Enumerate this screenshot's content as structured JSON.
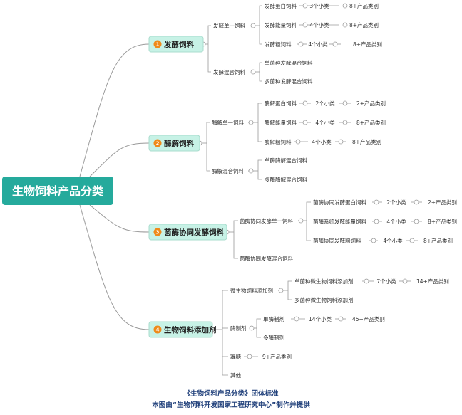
{
  "root": {
    "label": "生物饲料产品分类"
  },
  "branches": [
    {
      "number": "1",
      "label": "发酵饲料",
      "children": [
        {
          "label": "发酵单一饲料",
          "children": [
            {
              "label": "发酵蛋白饲料",
              "count": "3个小类",
              "types": "8+产品类别"
            },
            {
              "label": "发酵能量饲料",
              "count": "4个小类",
              "types": "8+产品类别"
            },
            {
              "label": "发酵粗饲料",
              "count": "4个小类",
              "types": "8+产品类别"
            }
          ]
        },
        {
          "label": "发酵混合饲料",
          "children": [
            {
              "label": "单菌种发酵混合饲料"
            },
            {
              "label": "多菌种发酵混合饲料"
            }
          ]
        }
      ]
    },
    {
      "number": "2",
      "label": "酶解饲料",
      "children": [
        {
          "label": "酶解单一饲料",
          "children": [
            {
              "label": "酶解蛋白饲料",
              "count": "2个小类",
              "types": "2+产品类别"
            },
            {
              "label": "酶解能量饲料",
              "count": "4个小类",
              "types": "8+产品类别"
            },
            {
              "label": "酶解粗饲料",
              "count": "4个小类",
              "types": "8+产品类别"
            }
          ]
        },
        {
          "label": "酶解混合饲料",
          "children": [
            {
              "label": "单酶酶解混合饲料"
            },
            {
              "label": "多酶酶解混合饲料"
            }
          ]
        }
      ]
    },
    {
      "number": "3",
      "label": "菌酶协同发酵饲料",
      "children": [
        {
          "label": "菌酶协同发酵单一饲料",
          "children": [
            {
              "label": "菌酶协同发酵蛋白饲料",
              "count": "2个小类",
              "types": "2+产品类别"
            },
            {
              "label": "菌酶系统发酵能量饲料",
              "count": "4个小类",
              "types": "8+产品类别"
            },
            {
              "label": "菌酶协同发酵粗饲料",
              "count": "4个小类",
              "types": "8+产品类别"
            }
          ]
        },
        {
          "label": "菌酶协同发酵混合饲料"
        }
      ]
    },
    {
      "number": "4",
      "label": "生物饲料添加剂",
      "children": [
        {
          "label": "微生物饲料添加剂",
          "children": [
            {
              "label": "单菌种微生物饲料添加剂",
              "count": "7个小类",
              "types": "14+产品类别"
            },
            {
              "label": "多菌种微生物饲料添加剂"
            }
          ]
        },
        {
          "label": "酶制剂",
          "children": [
            {
              "label": "单酶制剂",
              "count": "14个小类",
              "types": "45+产品类别"
            },
            {
              "label": "多酶制剂"
            }
          ]
        },
        {
          "label": "寡糖",
          "types": "9+产品类别"
        },
        {
          "label": "其他"
        }
      ]
    }
  ],
  "caption": {
    "line1": "《生物饲料产品分类》团体标准",
    "line2": "本图由“生物饲料开发国家工程研究中心”制作并提供"
  },
  "colors": {
    "root_fill": "#25aa9c",
    "branch_fill": "#c7f2e6",
    "badge": "#ef8a1a",
    "line": "#9a9a9a",
    "caption": "#1f3f7a"
  }
}
